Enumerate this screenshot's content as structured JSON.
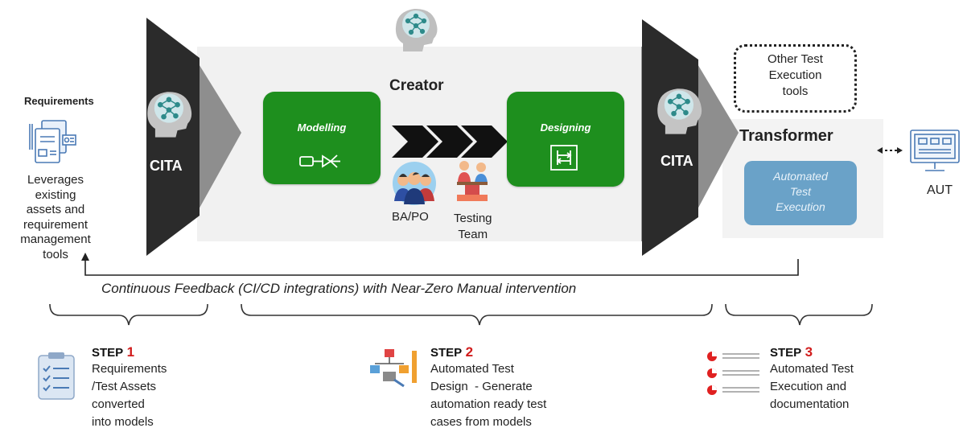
{
  "requirements": {
    "title": "Requirements",
    "description_lines": [
      "Leverages",
      "existing",
      "assets and",
      "requirement",
      "management",
      "tools"
    ]
  },
  "left_gate": {
    "label": "CITA"
  },
  "right_gate": {
    "label": "CITA"
  },
  "creator": {
    "title": "Creator",
    "modelling_label": "Modelling",
    "designing_label": "Designing",
    "ba_po_label": "BA/PO",
    "testing_team_lines": [
      "Testing",
      "Team"
    ]
  },
  "other_tools": {
    "lines": [
      "Other Test",
      "Execution",
      "tools"
    ]
  },
  "transformer": {
    "title": "Transformer",
    "automated_lines": [
      "Automated",
      "Test",
      "Execution"
    ]
  },
  "aut": {
    "label": "AUT"
  },
  "feedback": {
    "text": "Continuous Feedback (CI/CD integrations) with Near-Zero Manual intervention"
  },
  "steps": [
    {
      "head": "STEP",
      "num": "1",
      "lines": [
        "Requirements",
        "/Test Assets",
        "converted",
        "into models"
      ]
    },
    {
      "head": "STEP",
      "num": "2",
      "lines": [
        "Automated Test",
        "Design  - Generate",
        "automation ready test",
        "cases from models"
      ]
    },
    {
      "head": "STEP",
      "num": "3",
      "lines": [
        "Automated Test",
        "Execution and",
        "documentation"
      ]
    }
  ],
  "colors": {
    "green": "#1e8f1e",
    "blue": "#6aa2c8",
    "step_red": "#d11c1c",
    "gate_dark": "#2b2b2b",
    "gate_grey": "#8c8c8c"
  }
}
